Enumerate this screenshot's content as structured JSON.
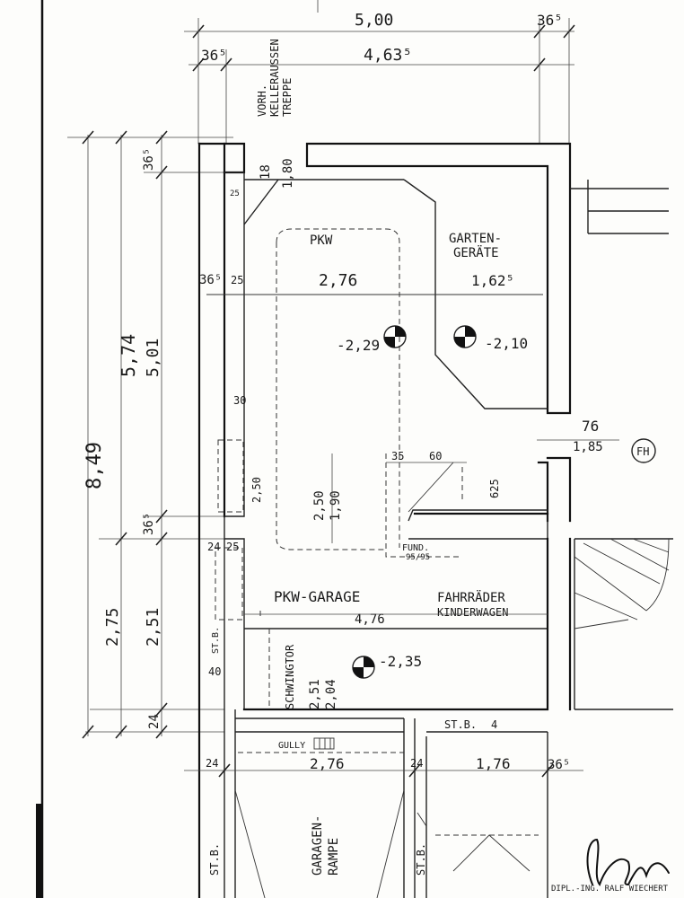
{
  "top_dims": {
    "overall": "5,00",
    "right_wall": "36⁵",
    "left_wall": "36⁵",
    "inner": "4,63⁵"
  },
  "stair_note": [
    "VORH.",
    "KELLERAUSSEN",
    "TREPPE"
  ],
  "stair_small": [
    "18",
    "1,80"
  ],
  "rooms": {
    "pkw": "PKW",
    "garten": [
      "GARTEN-",
      "GERÄTE"
    ],
    "garage": "PKW-GARAGE",
    "fahrrad": [
      "FAHRRÄDER",
      "KINDERWAGEN"
    ],
    "rampe": [
      "GARAGEN-",
      "RAMPE"
    ]
  },
  "horiz_dims": {
    "wall_a": "36⁵",
    "wall_b": "25",
    "pkw_width": "2,76",
    "garten_width": "1,62⁵",
    "garage_width": "4,76",
    "bottom_left": "24",
    "bottom_mid": "2,76",
    "bottom_mid2": "24",
    "bottom_right": "1,76",
    "bottom_wall": "36⁵"
  },
  "left_dims": {
    "total": "8,49",
    "upper_outer": "5,74",
    "upper_inner": "5,01",
    "top_wall": "36⁵",
    "mid_wall": "36⁵",
    "lower_outer": "2,75",
    "lower_inner": "2,51",
    "bottom_wall": "24"
  },
  "levels": {
    "level_a": "-2,29",
    "level_b": "-2,10",
    "level_c": "-2,35"
  },
  "misc": {
    "small_25": "25",
    "small_30": "30",
    "v_250": "2,50",
    "v_250b": "2,50",
    "v_190": "1,90",
    "w_24": "24",
    "w_25": "25",
    "d_35": "35",
    "d_60": "60",
    "d_625": "625",
    "fund": "FUND.",
    "fund_size": "95/95",
    "d_76": "76",
    "d_185": "1,85",
    "fh": "FH",
    "st_b_left": "ST.B.",
    "d_40": "40",
    "schwingtor": "SCHWINGTOR",
    "d_251": "2,51",
    "d_204": "2,04",
    "st_b_right": "ST.B.",
    "st_b_right_num": "4",
    "gully": "GULLY",
    "st_b_bottom_left": "ST.B.",
    "st_b_bottom_mid": "ST.B."
  },
  "footer": {
    "signature_text": "DIPL.-ING. RALF WIECHERT"
  }
}
